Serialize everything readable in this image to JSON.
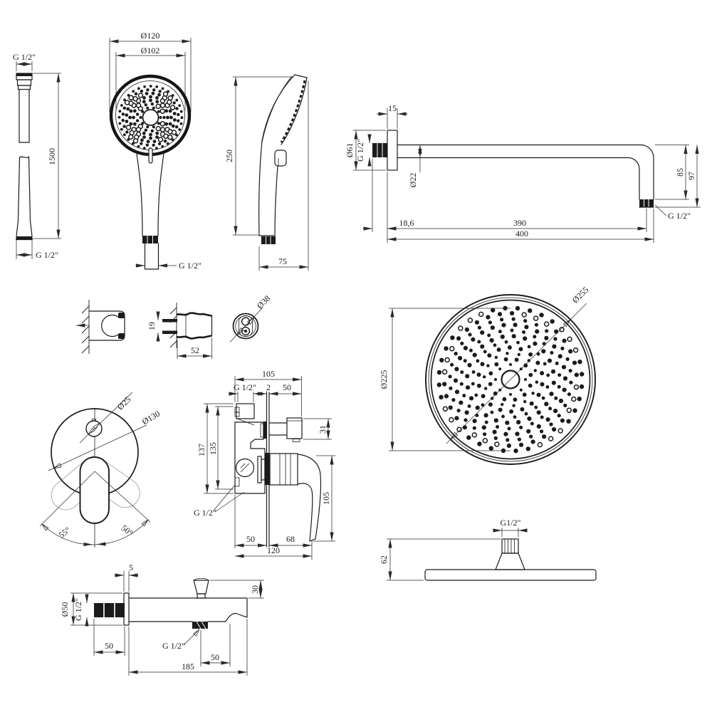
{
  "colors": {
    "line": "#1b1b1b",
    "dim": "#2a2a2a",
    "ghost": "#9a9a9a",
    "background": "#ffffff"
  },
  "hose": {
    "thread_top": "G 1/2\"",
    "length": "1500",
    "thread_bottom": "G 1/2\""
  },
  "handshower_front": {
    "outer_dia": "Ø120",
    "face_dia": "Ø102",
    "thread": "G 1/2\""
  },
  "handshower_side": {
    "height": "250",
    "width": "75"
  },
  "arm": {
    "flange_width": "15",
    "flange_dia": "Ø61",
    "wall_thread": "G 1/2\"",
    "tube_dia": "Ø22",
    "wall_offset": "18,6",
    "length": "390",
    "length_total": "400",
    "drop": "85",
    "drop_total": "97",
    "thread": "G 1/2\""
  },
  "bracket": {
    "pin_spacing": "19",
    "depth": "52",
    "dia": "Ø38"
  },
  "overhead_front": {
    "outer_dia": "Ø255",
    "face_dia": "Ø225"
  },
  "overhead_side": {
    "thread": "G1/2\"",
    "height": "62"
  },
  "mixer_front": {
    "knob_dia": "Ø25",
    "plate_dia": "Ø130",
    "angle_left": "55°",
    "angle_right": "50°"
  },
  "mixer_side": {
    "width": "105",
    "top_thread": "G 1/2\"",
    "wall_gap": "2",
    "outlet_length": "50",
    "height": "137",
    "height_inner": "135",
    "outlet_dia": "31",
    "handle_length": "105",
    "inlet_thread": "G 1/2\"",
    "bottom_left": "50",
    "bottom_right": "68",
    "bottom_total": "120"
  },
  "spout": {
    "flange_width": "5",
    "flange_dia": "Ø50",
    "wall_thread": "G 1/2\"",
    "thread_length": "50",
    "knob_height": "30",
    "outlet_thread": "G 1/2\"",
    "outlet_offset": "50",
    "length": "185"
  }
}
